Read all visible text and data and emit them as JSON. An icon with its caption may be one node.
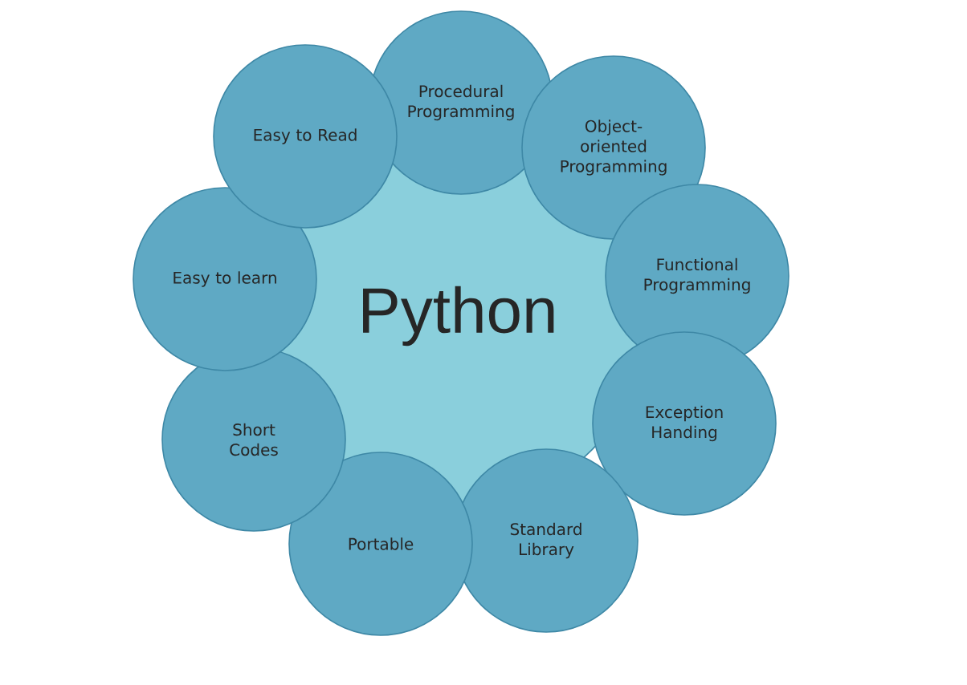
{
  "diagram": {
    "nodes": [
      {
        "text": [
          "Python"
        ]
      },
      {
        "text": [
          "Procedural Programming"
        ]
      },
      {
        "text": [
          "Object-oriented Programming"
        ]
      },
      {
        "text": [
          "Functional Programming"
        ]
      },
      {
        "text": [
          "Exception Handing"
        ]
      },
      {
        "text": [
          "Standard Library"
        ]
      },
      {
        "text": [
          "Portable"
        ]
      },
      {
        "text": [
          "Short Codes"
        ]
      },
      {
        "text": [
          "Easy to learn"
        ]
      },
      {
        "text": [
          "Easy to Read"
        ]
      }
    ]
  }
}
